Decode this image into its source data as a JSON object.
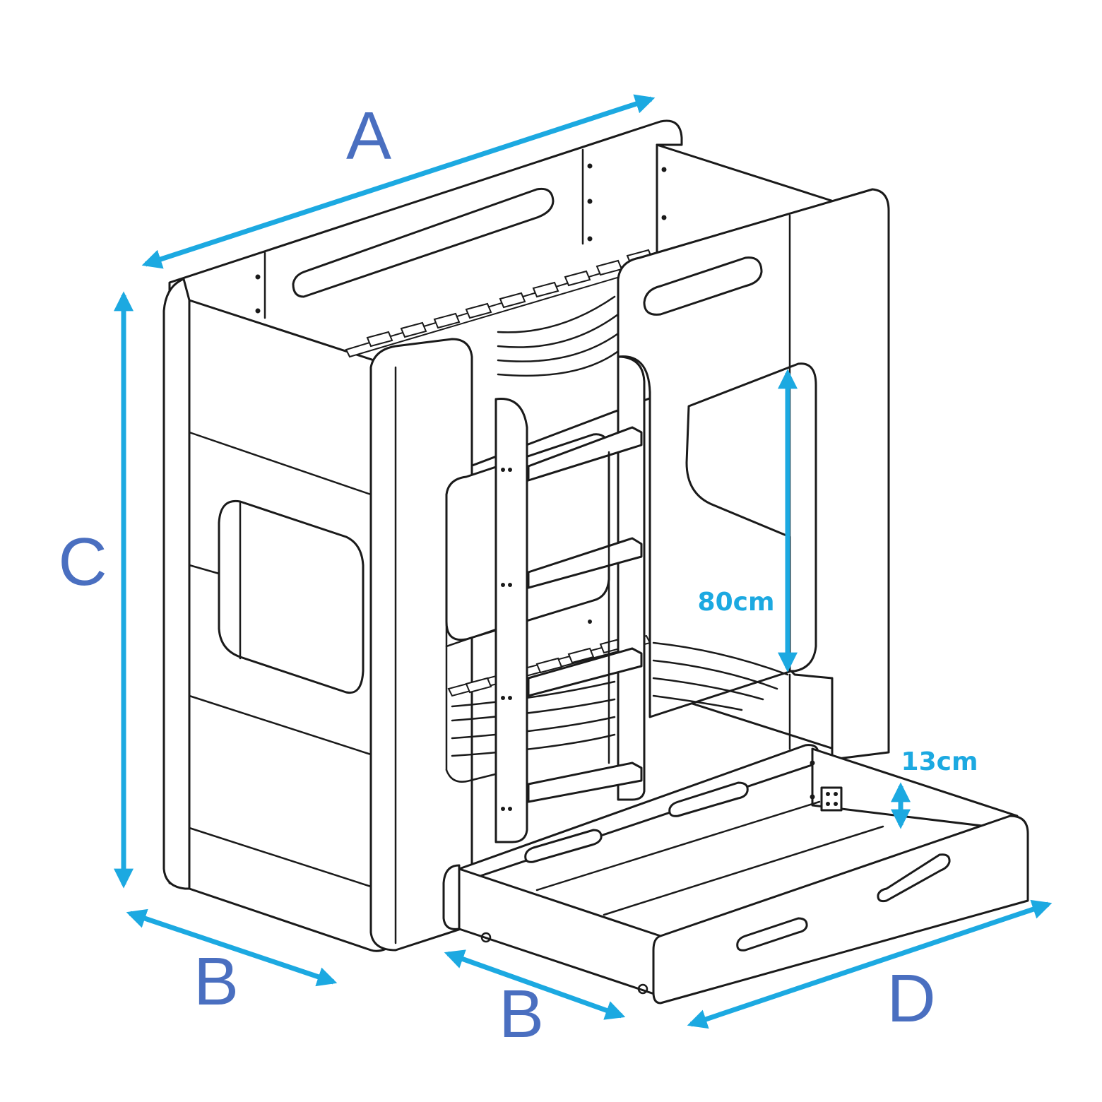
{
  "colors": {
    "dimension_arrow": "#1ca9e1",
    "letter": "#4a6fc0",
    "measure_text": "#1ca9e1",
    "outline": "#1a1a1a"
  },
  "labels": {
    "a": "A",
    "b_left": "B",
    "b_drawer": "B",
    "c": "C",
    "d": "D",
    "bunk_gap": "80cm",
    "drawer_height": "13cm"
  }
}
